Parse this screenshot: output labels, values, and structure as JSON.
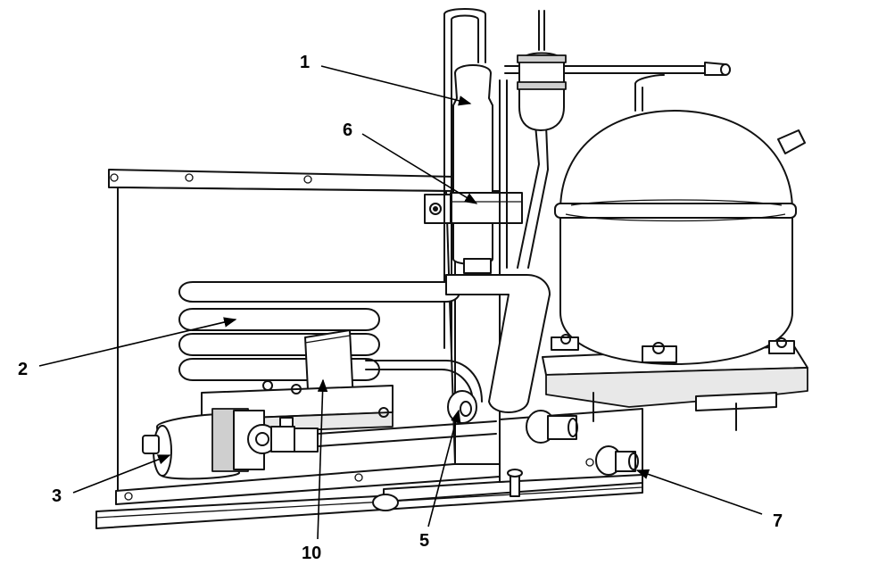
{
  "callouts": [
    {
      "id": "1",
      "label": "1"
    },
    {
      "id": "2",
      "label": "2"
    },
    {
      "id": "3",
      "label": "3"
    },
    {
      "id": "5",
      "label": "5"
    },
    {
      "id": "6",
      "label": "6"
    },
    {
      "id": "7",
      "label": "7"
    },
    {
      "id": "10",
      "label": "10"
    }
  ],
  "colors": {
    "line": "#111111",
    "background": "#ffffff",
    "shade": "#e8e8e8"
  }
}
